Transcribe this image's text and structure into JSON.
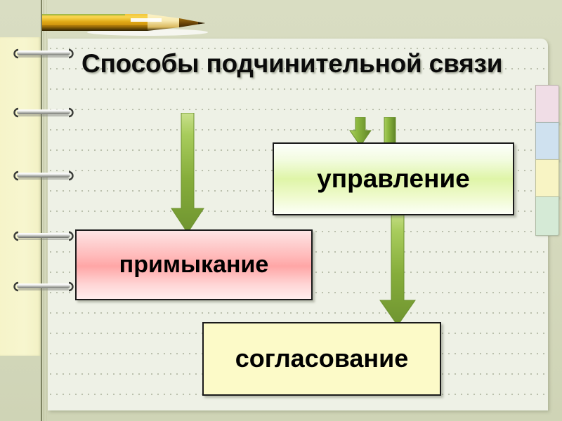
{
  "slide": {
    "title": "Способы подчинительной связи",
    "background_color": "#d8dcc0",
    "page_color": "#eef1e6"
  },
  "decor": {
    "pencil_label": "pencil",
    "rings_count": 5,
    "tabs": [
      {
        "name": "tab-pink",
        "color": "#f0dde6"
      },
      {
        "name": "tab-blue",
        "color": "#cfe1ef"
      },
      {
        "name": "tab-yellow",
        "color": "#f8f4c4"
      },
      {
        "name": "tab-green",
        "color": "#d5ead6"
      }
    ]
  },
  "diagram": {
    "type": "flow",
    "nodes": [
      {
        "id": "upravlenie",
        "label": "управление",
        "fill": "#dff5a8",
        "border": "#1a1a1a"
      },
      {
        "id": "primykanie",
        "label": "примыкание",
        "fill": "#ffa6a6",
        "border": "#1a1a1a"
      },
      {
        "id": "soglasovanie",
        "label": "согласование",
        "fill": "#fcfac8",
        "border": "#1a1a1a"
      }
    ],
    "arrows": [
      {
        "id": "arrow-to-primykanie",
        "direction": "down",
        "color": "#7fa63a",
        "target": "primykanie"
      },
      {
        "id": "arrow-to-upravlenie",
        "direction": "down",
        "color": "#8cb83f",
        "target": "upravlenie"
      },
      {
        "id": "arrow-stub",
        "direction": "down",
        "color": "#8cb83f",
        "target": "upravlenie"
      },
      {
        "id": "arrow-to-soglasovanie",
        "direction": "down",
        "color": "#7fa63a",
        "target": "soglasovanie"
      }
    ]
  }
}
